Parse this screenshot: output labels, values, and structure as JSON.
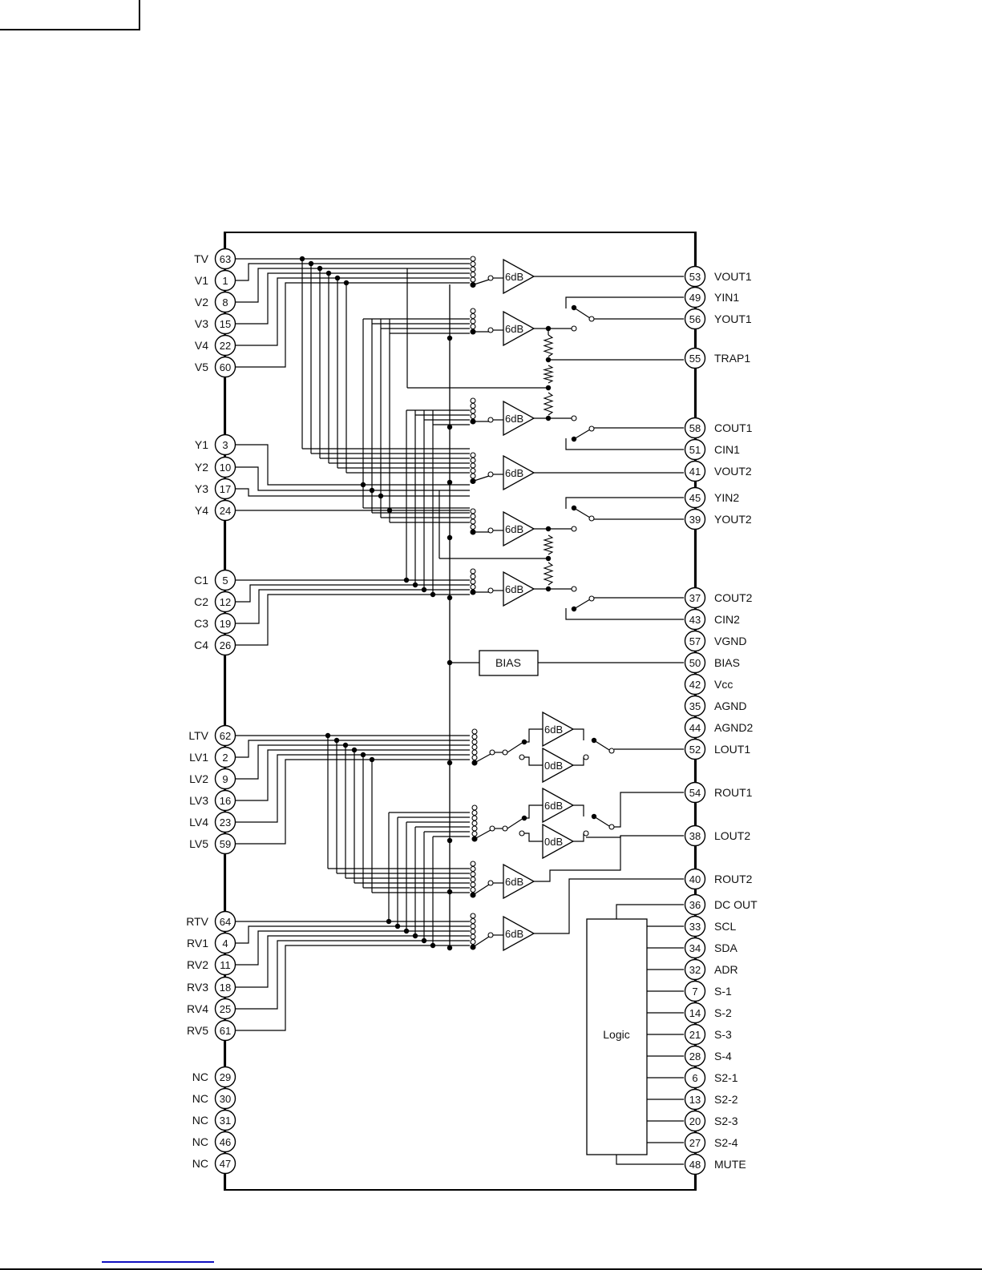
{
  "diagram": {
    "left_pins": [
      {
        "label": "TV",
        "pin": "63"
      },
      {
        "label": "V1",
        "pin": "1"
      },
      {
        "label": "V2",
        "pin": "8"
      },
      {
        "label": "V3",
        "pin": "15"
      },
      {
        "label": "V4",
        "pin": "22"
      },
      {
        "label": "V5",
        "pin": "60"
      },
      {
        "label": "Y1",
        "pin": "3"
      },
      {
        "label": "Y2",
        "pin": "10"
      },
      {
        "label": "Y3",
        "pin": "17"
      },
      {
        "label": "Y4",
        "pin": "24"
      },
      {
        "label": "C1",
        "pin": "5"
      },
      {
        "label": "C2",
        "pin": "12"
      },
      {
        "label": "C3",
        "pin": "19"
      },
      {
        "label": "C4",
        "pin": "26"
      },
      {
        "label": "LTV",
        "pin": "62"
      },
      {
        "label": "LV1",
        "pin": "2"
      },
      {
        "label": "LV2",
        "pin": "9"
      },
      {
        "label": "LV3",
        "pin": "16"
      },
      {
        "label": "LV4",
        "pin": "23"
      },
      {
        "label": "LV5",
        "pin": "59"
      },
      {
        "label": "RTV",
        "pin": "64"
      },
      {
        "label": "RV1",
        "pin": "4"
      },
      {
        "label": "RV2",
        "pin": "11"
      },
      {
        "label": "RV3",
        "pin": "18"
      },
      {
        "label": "RV4",
        "pin": "25"
      },
      {
        "label": "RV5",
        "pin": "61"
      },
      {
        "label": "NC",
        "pin": "29"
      },
      {
        "label": "NC",
        "pin": "30"
      },
      {
        "label": "NC",
        "pin": "31"
      },
      {
        "label": "NC",
        "pin": "46"
      },
      {
        "label": "NC",
        "pin": "47"
      }
    ],
    "right_pins": [
      {
        "label": "VOUT1",
        "pin": "53"
      },
      {
        "label": "YIN1",
        "pin": "49"
      },
      {
        "label": "YOUT1",
        "pin": "56"
      },
      {
        "label": "TRAP1",
        "pin": "55"
      },
      {
        "label": "COUT1",
        "pin": "58"
      },
      {
        "label": "CIN1",
        "pin": "51"
      },
      {
        "label": "VOUT2",
        "pin": "41"
      },
      {
        "label": "YIN2",
        "pin": "45"
      },
      {
        "label": "YOUT2",
        "pin": "39"
      },
      {
        "label": "COUT2",
        "pin": "37"
      },
      {
        "label": "CIN2",
        "pin": "43"
      },
      {
        "label": "VGND",
        "pin": "57"
      },
      {
        "label": "BIAS",
        "pin": "50"
      },
      {
        "label": "Vcc",
        "pin": "42"
      },
      {
        "label": "AGND",
        "pin": "35"
      },
      {
        "label": "AGND2",
        "pin": "44"
      },
      {
        "label": "LOUT1",
        "pin": "52"
      },
      {
        "label": "ROUT1",
        "pin": "54"
      },
      {
        "label": "LOUT2",
        "pin": "38"
      },
      {
        "label": "ROUT2",
        "pin": "40"
      },
      {
        "label": "DC OUT",
        "pin": "36"
      },
      {
        "label": "SCL",
        "pin": "33"
      },
      {
        "label": "SDA",
        "pin": "34"
      },
      {
        "label": "ADR",
        "pin": "32"
      },
      {
        "label": "S-1",
        "pin": "7"
      },
      {
        "label": "S-2",
        "pin": "14"
      },
      {
        "label": "S-3",
        "pin": "21"
      },
      {
        "label": "S-4",
        "pin": "28"
      },
      {
        "label": "S2-1",
        "pin": "6"
      },
      {
        "label": "S2-2",
        "pin": "13"
      },
      {
        "label": "S2-3",
        "pin": "20"
      },
      {
        "label": "S2-4",
        "pin": "27"
      },
      {
        "label": "MUTE",
        "pin": "48"
      }
    ],
    "amplifiers": [
      {
        "id": "vout1-amp",
        "gain": "6dB"
      },
      {
        "id": "yout1-amp",
        "gain": "6dB"
      },
      {
        "id": "cout1-amp",
        "gain": "6dB"
      },
      {
        "id": "vout2-amp",
        "gain": "6dB"
      },
      {
        "id": "yout2-amp",
        "gain": "6dB"
      },
      {
        "id": "cout2-amp",
        "gain": "6dB"
      },
      {
        "id": "lout1-amp-6",
        "gain": "6dB"
      },
      {
        "id": "lout1-amp-0",
        "gain": "0dB"
      },
      {
        "id": "rout1-amp-6",
        "gain": "6dB"
      },
      {
        "id": "rout1-amp-0",
        "gain": "0dB"
      },
      {
        "id": "lout2-amp",
        "gain": "6dB"
      },
      {
        "id": "rout2-amp",
        "gain": "6dB"
      }
    ],
    "bias_block": "BIAS",
    "logic_block": "Logic"
  }
}
